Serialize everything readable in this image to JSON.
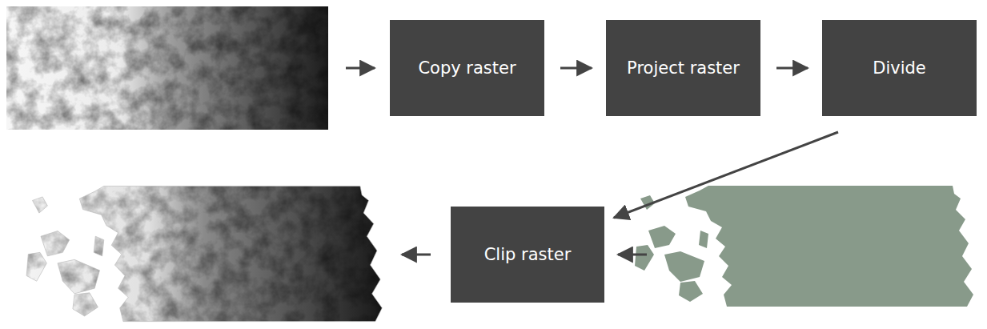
{
  "diagram": {
    "nodes": [
      {
        "text": [
          "Copy raster"
        ]
      },
      {
        "text": [
          "Project raster"
        ]
      },
      {
        "text": [
          "Divide"
        ]
      },
      {
        "text": [
          "Clip raster"
        ]
      }
    ],
    "edges": [
      {
        "from": 0,
        "to": 1,
        "arrow": "to"
      },
      {
        "from": 1,
        "to": 2,
        "arrow": "to"
      },
      {
        "from": 2,
        "to": 3,
        "arrow": "to"
      }
    ]
  }
}
